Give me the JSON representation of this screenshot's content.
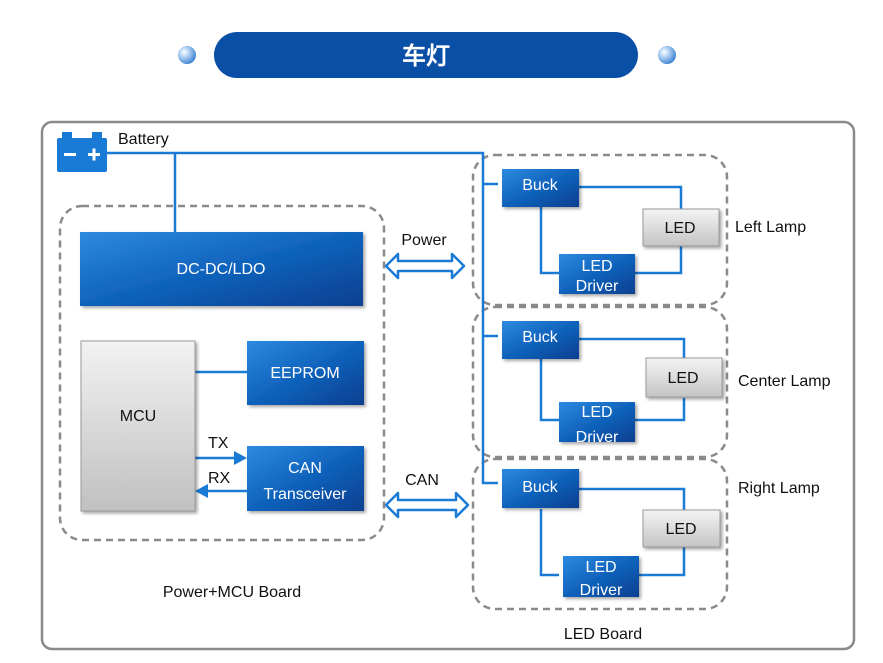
{
  "header": {
    "title": "车灯"
  },
  "battery": {
    "label": "Battery",
    "icon": "battery-icon"
  },
  "power_board": {
    "label": "Power+MCU Board",
    "dcdc": "DC-DC/LDO",
    "mcu": "MCU",
    "eeprom": "EEPROM",
    "can_line1": "CAN",
    "can_line2": "Transceiver",
    "tx": "TX",
    "rx": "RX"
  },
  "links": {
    "power": "Power",
    "can": "CAN"
  },
  "led_board": {
    "label": "LED Board",
    "lamps": [
      {
        "name": "Left Lamp",
        "buck": "Buck",
        "led": "LED",
        "driver1": "LED",
        "driver2": "Driver"
      },
      {
        "name": "Center Lamp",
        "buck": "Buck",
        "led": "LED",
        "driver1": "LED",
        "driver2": "Driver"
      },
      {
        "name": "Right Lamp",
        "buck": "Buck",
        "led": "LED",
        "driver1": "LED",
        "driver2": "Driver"
      }
    ]
  },
  "colors": {
    "wire": "#1a7bd6",
    "box": "#0b5cb0",
    "title_bg": "#0a4fa6",
    "frame": "#8a8a8a"
  }
}
